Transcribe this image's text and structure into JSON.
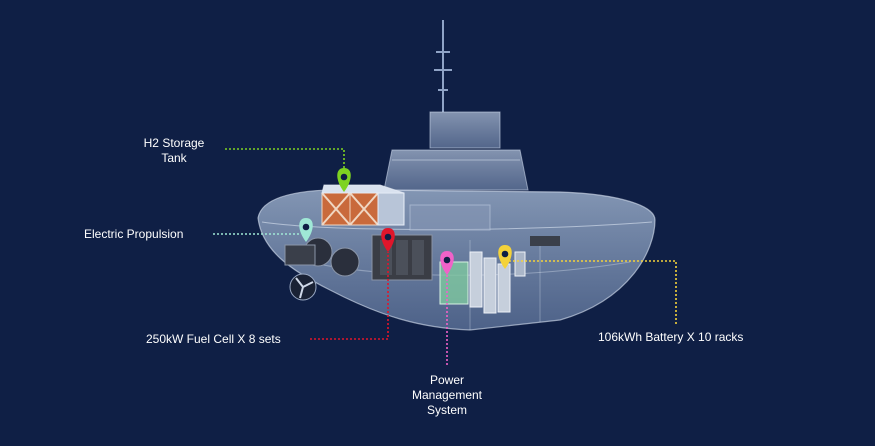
{
  "labels": {
    "h2_storage": "H2 Storage\nTank",
    "electric_propulsion": "Electric Propulsion",
    "fuel_cell": "250kW Fuel Cell X 8 sets",
    "power_management": "Power\nManagement\nSystem",
    "battery": "106kWh Battery X 10 racks"
  },
  "colors": {
    "background": "#0f1f45",
    "h2_storage": "#7ed321",
    "electric_propulsion": "#9fe8d6",
    "fuel_cell": "#e0162b",
    "power_management": "#f062c8",
    "battery": "#f4d23a"
  }
}
